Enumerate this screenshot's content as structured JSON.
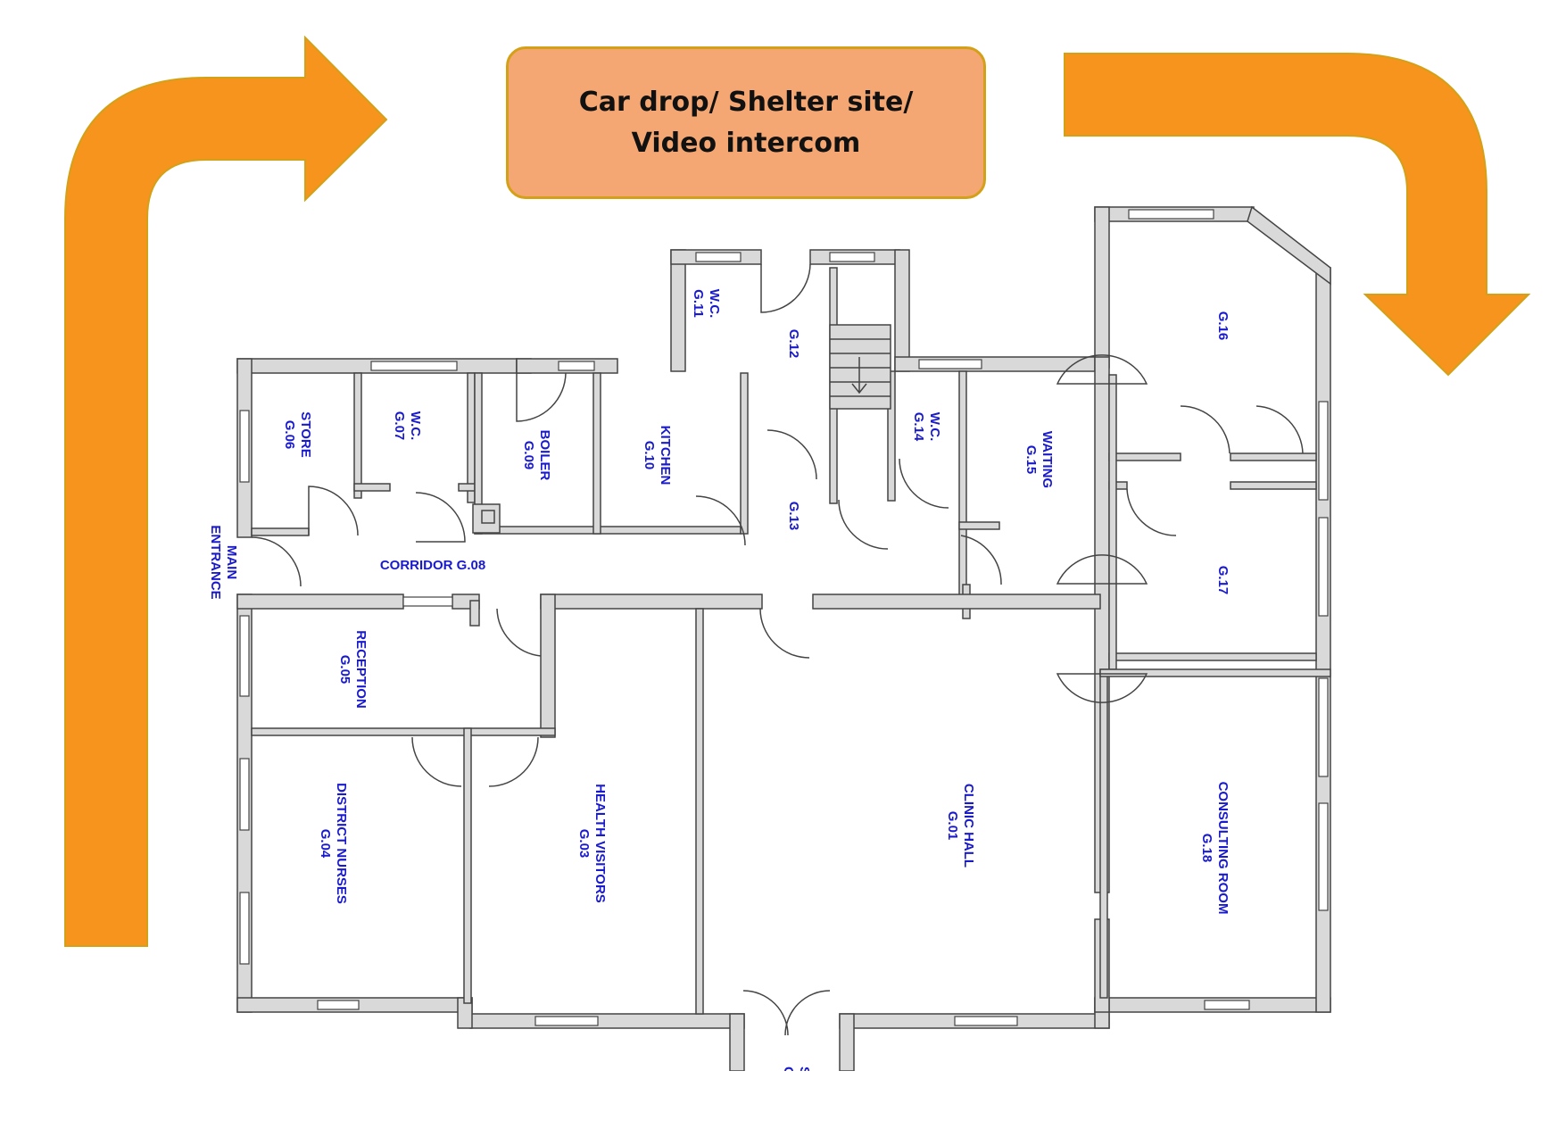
{
  "callout": {
    "text": "Car drop/ Shelter site/ Video intercom"
  },
  "colors": {
    "arrow_fill": "#f7941d",
    "arrow_stroke": "#d4a017",
    "callout_fill": "#f4a772",
    "callout_border": "#d4a017",
    "wall_fill": "#d9d9d9",
    "wall_stroke": "#444444",
    "label": "#1a1acd"
  },
  "arrows": [
    {
      "name": "left-turn-arrow",
      "direction": "up-then-right"
    },
    {
      "name": "right-turn-arrow",
      "direction": "right-then-down"
    }
  ],
  "floorplan": {
    "rooms": [
      {
        "id": "store",
        "lines": [
          "STORE",
          "G.06"
        ]
      },
      {
        "id": "wc-g07",
        "lines": [
          "W.C.",
          "G.07"
        ]
      },
      {
        "id": "boiler",
        "lines": [
          "BOILER",
          "G.09"
        ]
      },
      {
        "id": "kitchen",
        "lines": [
          "KITCHEN",
          "G.10"
        ]
      },
      {
        "id": "wc-g11",
        "lines": [
          "W.C.",
          "G.11"
        ]
      },
      {
        "id": "g12",
        "lines": [
          "G.12"
        ]
      },
      {
        "id": "g13",
        "lines": [
          "G.13"
        ]
      },
      {
        "id": "wc-g14",
        "lines": [
          "W.C.",
          "G.14"
        ]
      },
      {
        "id": "waiting",
        "lines": [
          "WAITING",
          "G.15"
        ]
      },
      {
        "id": "g16",
        "lines": [
          "G.16"
        ]
      },
      {
        "id": "g17",
        "lines": [
          "G.17"
        ]
      },
      {
        "id": "main-entrance",
        "lines": [
          "MAIN",
          "ENTRANCE"
        ]
      },
      {
        "id": "reception",
        "lines": [
          "RECEPTION",
          "G.05"
        ]
      },
      {
        "id": "district-nurses",
        "lines": [
          "DISTRICT NURSES",
          "G.04"
        ]
      },
      {
        "id": "health-visitors",
        "lines": [
          "HEALTH VISITORS",
          "G.03"
        ]
      },
      {
        "id": "clinic-hall",
        "lines": [
          "CLINIC HALL",
          "G.01"
        ]
      },
      {
        "id": "consulting-room",
        "lines": [
          "CONSULTING ROOM",
          "G.18"
        ]
      },
      {
        "id": "bottom-partial",
        "lines": [
          "ST",
          "G"
        ]
      }
    ],
    "corridor": {
      "text": "CORRIDOR G.08"
    }
  }
}
